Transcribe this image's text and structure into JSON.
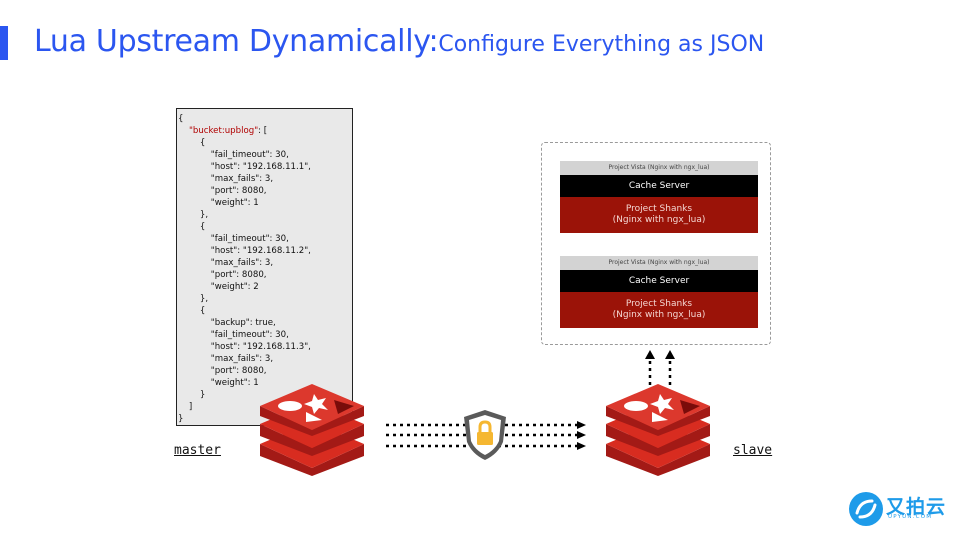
{
  "header": {
    "title_main": "Lua Upstream Dynamically:",
    "title_sub": "Configure Everything as JSON"
  },
  "json_config": {
    "key_open": "\"bucket:upblog\"",
    "lines_before": "{\n    ",
    "lines_after": ": [\n        {\n            \"fail_timeout\": 30,\n            \"host\": \"192.168.11.1\",\n            \"max_fails\": 3,\n            \"port\": 8080,\n            \"weight\": 1\n        },\n        {\n            \"fail_timeout\": 30,\n            \"host\": \"192.168.11.2\",\n            \"max_fails\": 3,\n            \"port\": 8080,\n            \"weight\": 2\n        },\n        {\n            \"backup\": true,\n            \"fail_timeout\": 30,\n            \"host\": \"192.168.11.3\",\n            \"max_fails\": 3,\n            \"port\": 8080,\n            \"weight\": 1\n        }\n    ]\n}"
  },
  "cluster": {
    "nodes": [
      {
        "vista": "Project Vista (Nginx with ngx_lua)",
        "cache": "Cache Server",
        "shanks_1": "Project Shanks",
        "shanks_2": "(Nginx with ngx_lua)"
      },
      {
        "vista": "Project Vista (Nginx with ngx_lua)",
        "cache": "Cache Server",
        "shanks_1": "Project Shanks",
        "shanks_2": "(Nginx with ngx_lua)"
      }
    ]
  },
  "labels": {
    "master": "master",
    "slave": "slave"
  },
  "logo": {
    "text": "又拍云",
    "sub": "UPYUN.COM"
  },
  "colors": {
    "accent": "#2b56f0",
    "redis_red": "#c8201b",
    "shanks_red": "#9b1308",
    "logo_blue": "#1e9be9",
    "shield": "#5a5a5a",
    "lock": "#f5b731"
  }
}
